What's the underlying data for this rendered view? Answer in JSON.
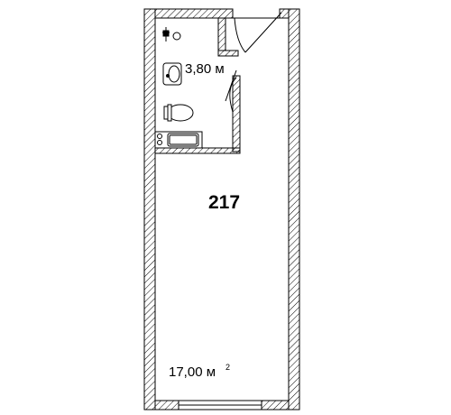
{
  "plan": {
    "unit_number": "217",
    "bathroom_area": "3,80 м",
    "room_area": "17,00 м",
    "room_area_sup": "2"
  },
  "fixtures": [
    "shower",
    "washbasin",
    "toilet",
    "stove",
    "countertop",
    "sink"
  ],
  "colors": {
    "wall_hatch": "#000000",
    "background": "#ffffff"
  }
}
